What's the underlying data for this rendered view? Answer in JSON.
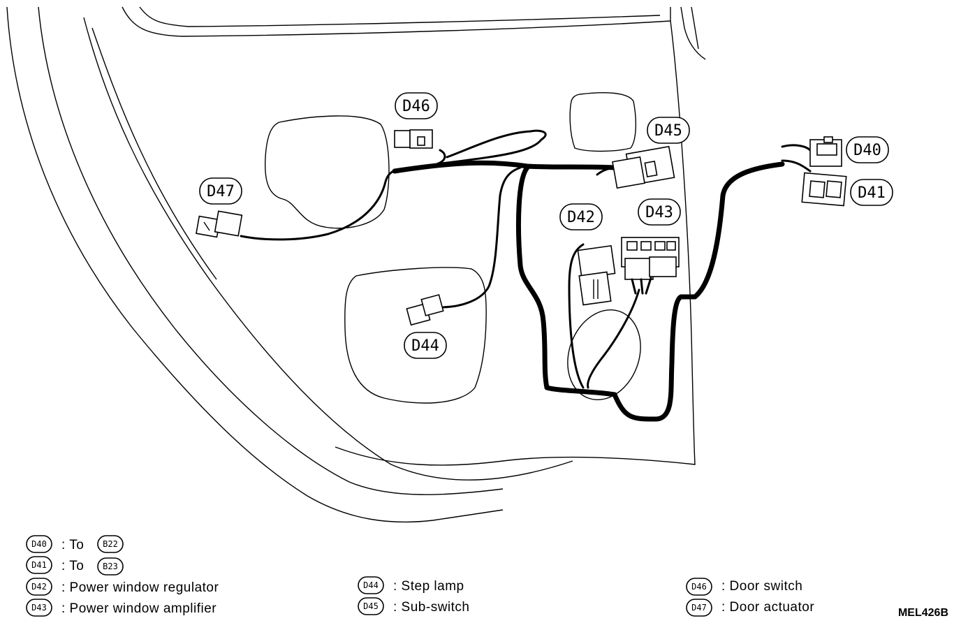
{
  "callouts": {
    "d40": "D40",
    "d41": "D41",
    "d42": "D42",
    "d43": "D43",
    "d44": "D44",
    "d45": "D45",
    "d46": "D46",
    "d47": "D47"
  },
  "legend": [
    {
      "code": "D40",
      "text": ": To",
      "ref": "B22"
    },
    {
      "code": "D41",
      "text": ": To",
      "ref": "B23"
    },
    {
      "code": "D42",
      "text": ": Power window regulator"
    },
    {
      "code": "D43",
      "text": ": Power window amplifier"
    },
    {
      "code": "D44",
      "text": ": Step lamp"
    },
    {
      "code": "D45",
      "text": ": Sub-switch"
    },
    {
      "code": "D46",
      "text": ": Door switch"
    },
    {
      "code": "D47",
      "text": ": Door actuator"
    }
  ],
  "diagram_code": "MEL426B"
}
